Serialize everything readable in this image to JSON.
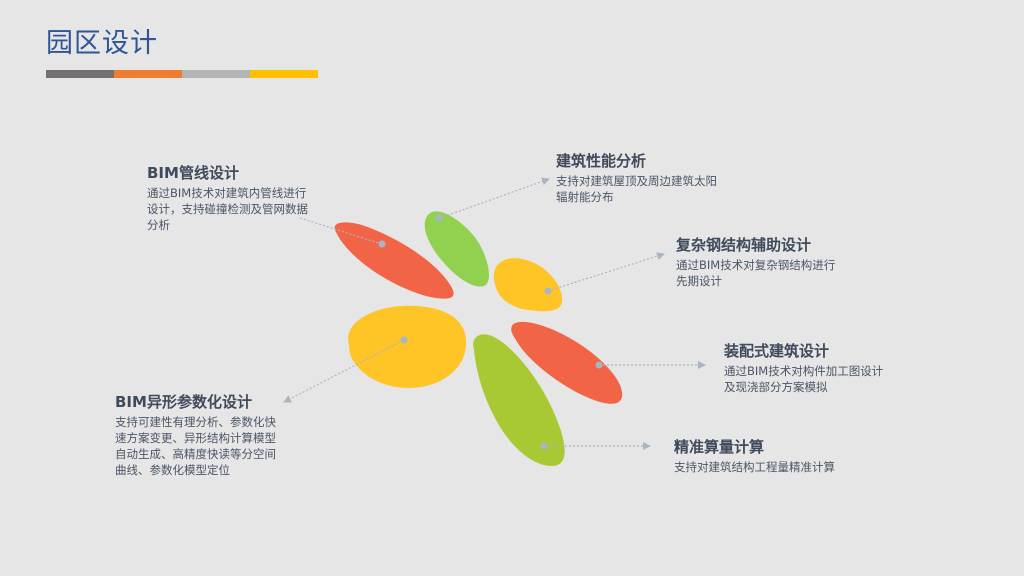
{
  "header": {
    "title": "园区设计",
    "bar_colors": [
      "#767171",
      "#ed7d31",
      "#b4b4b4",
      "#ffc000"
    ]
  },
  "colors": {
    "red": "#f26446",
    "green": "#92d050",
    "yellow": "#ffc425",
    "olive": "#a9c934",
    "connector": "#aab5c4",
    "title": "#2f5597"
  },
  "items": [
    {
      "id": "bim-pipeline",
      "title": "BIM管线设计",
      "description": "通过BIM技术对建筑内管线进行\n设计，支持碰撞检测及管网数据\n分析",
      "petal_color": "red"
    },
    {
      "id": "building-performance",
      "title": "建筑性能分析",
      "description": "支持对建筑屋顶及周边建筑太阳\n辐射能分布",
      "petal_color": "green"
    },
    {
      "id": "complex-steel",
      "title": "复杂钢结构辅助设计",
      "description": "通过BIM技术对复杂钢结构进行\n先期设计",
      "petal_color": "yellow"
    },
    {
      "id": "prefab-building",
      "title": "装配式建筑设计",
      "description": "通过BIM技术对构件加工图设计\n及现浇部分方案模拟",
      "petal_color": "red"
    },
    {
      "id": "precise-quantity",
      "title": "精准算量计算",
      "description": "支持对建筑结构工程量精准计算",
      "petal_color": "olive"
    },
    {
      "id": "bim-parametric",
      "title": "BIM异形参数化设计",
      "description": "支持可建性有理分析、参数化快\n速方案变更、异形结构计算模型\n自动生成、高精度快读等分空间\n曲线、参数化模型定位",
      "petal_color": "yellow"
    }
  ]
}
